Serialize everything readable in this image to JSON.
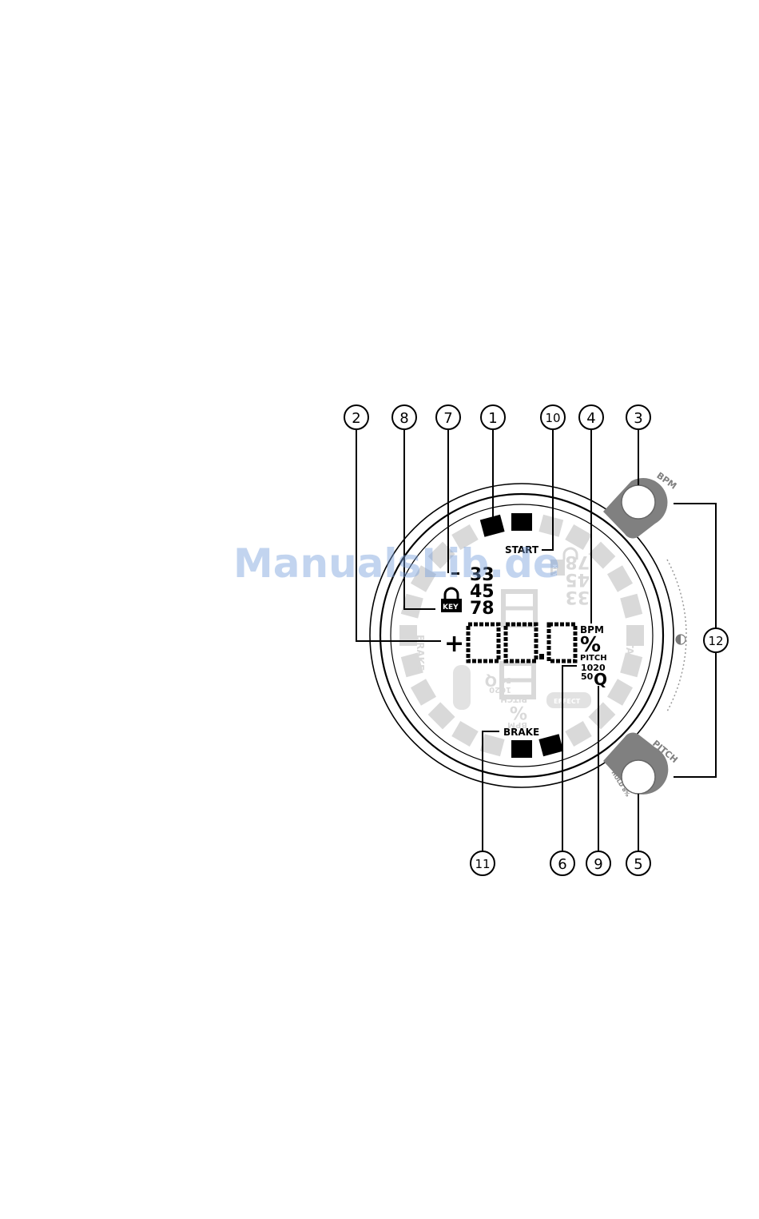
{
  "watermark": "ManualsLib.de",
  "callouts": {
    "c1": "1",
    "c2": "2",
    "c3": "3",
    "c4": "4",
    "c5": "5",
    "c6": "6",
    "c7": "7",
    "c8": "8",
    "c9": "9",
    "c10": "10",
    "c11": "11",
    "c12": "12"
  },
  "display": {
    "start": "START",
    "brake": "BRAKE",
    "speed_33": "33",
    "speed_45": "45",
    "speed_78": "78",
    "speed_minus": "-",
    "key": "KEY",
    "sign": "+",
    "value": "00.0",
    "bpm": "BPM",
    "percent": "%",
    "pitch": "PITCH",
    "range_1020": "1020",
    "range_50": "50",
    "range_q": "Q",
    "effect": "EFFECT",
    "ghost_start": "START",
    "ghost_brake": "BRAKE",
    "ghost_bpm": "BPM",
    "ghost_pitch": "PITCH",
    "ghost_effect_right": "EFFECT",
    "ghost_key": "KEY"
  },
  "buttons": {
    "bpm": "BPM",
    "pitch": "PITCH",
    "hold": "HOLD 8%"
  },
  "colors": {
    "ink": "#000000",
    "ghost": "#d9d9d9",
    "button_ring": "#808080"
  }
}
